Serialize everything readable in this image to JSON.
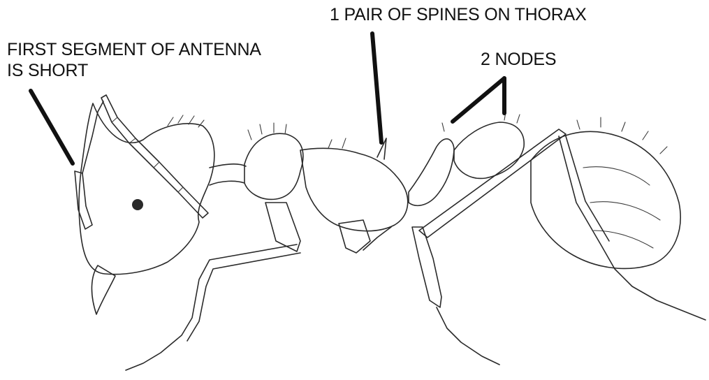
{
  "labels": {
    "antenna_line1": "FIRST SEGMENT OF ANTENNA",
    "antenna_line2": "IS SHORT",
    "spines": "1 PAIR OF SPINES ON THORAX",
    "nodes": "2 NODES"
  },
  "colors": {
    "ink": "#2a2a2a",
    "pointer": "#111111",
    "background": "#ffffff"
  }
}
